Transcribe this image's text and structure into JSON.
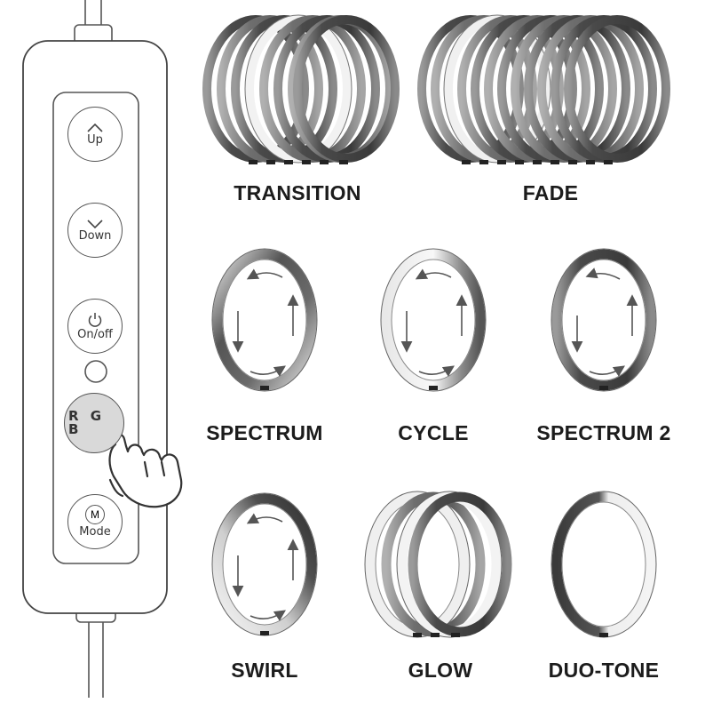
{
  "remote": {
    "buttons": [
      {
        "id": "up",
        "label": "Up",
        "icon": "chevron-up-icon"
      },
      {
        "id": "down",
        "label": "Down",
        "icon": "chevron-down-icon"
      },
      {
        "id": "power",
        "label": "On/off",
        "icon": "power-icon"
      },
      {
        "id": "rgb",
        "label": "R G B",
        "icon": "none"
      },
      {
        "id": "mode",
        "label": "Mode",
        "icon": "M",
        "badge": "M"
      }
    ],
    "pointer": "hand-pointer-icon",
    "indicator": "status-led-icon"
  },
  "modes": [
    {
      "id": "transition",
      "label": "TRANSITION"
    },
    {
      "id": "fade",
      "label": "FADE"
    },
    {
      "id": "spectrum",
      "label": "SPECTRUM"
    },
    {
      "id": "cycle",
      "label": "CYCLE"
    },
    {
      "id": "spectrum2",
      "label": "SPECTRUM 2"
    },
    {
      "id": "swirl",
      "label": "SWIRL"
    },
    {
      "id": "glow",
      "label": "GLOW"
    },
    {
      "id": "duotone",
      "label": "DUO-TONE"
    }
  ],
  "colors": {
    "ring_dark": "#3a3a3a",
    "ring_mid": "#6a6a6a",
    "ring_light": "#f4f4f4",
    "rgb_button": "#d9d9d9",
    "outline": "#555555"
  }
}
